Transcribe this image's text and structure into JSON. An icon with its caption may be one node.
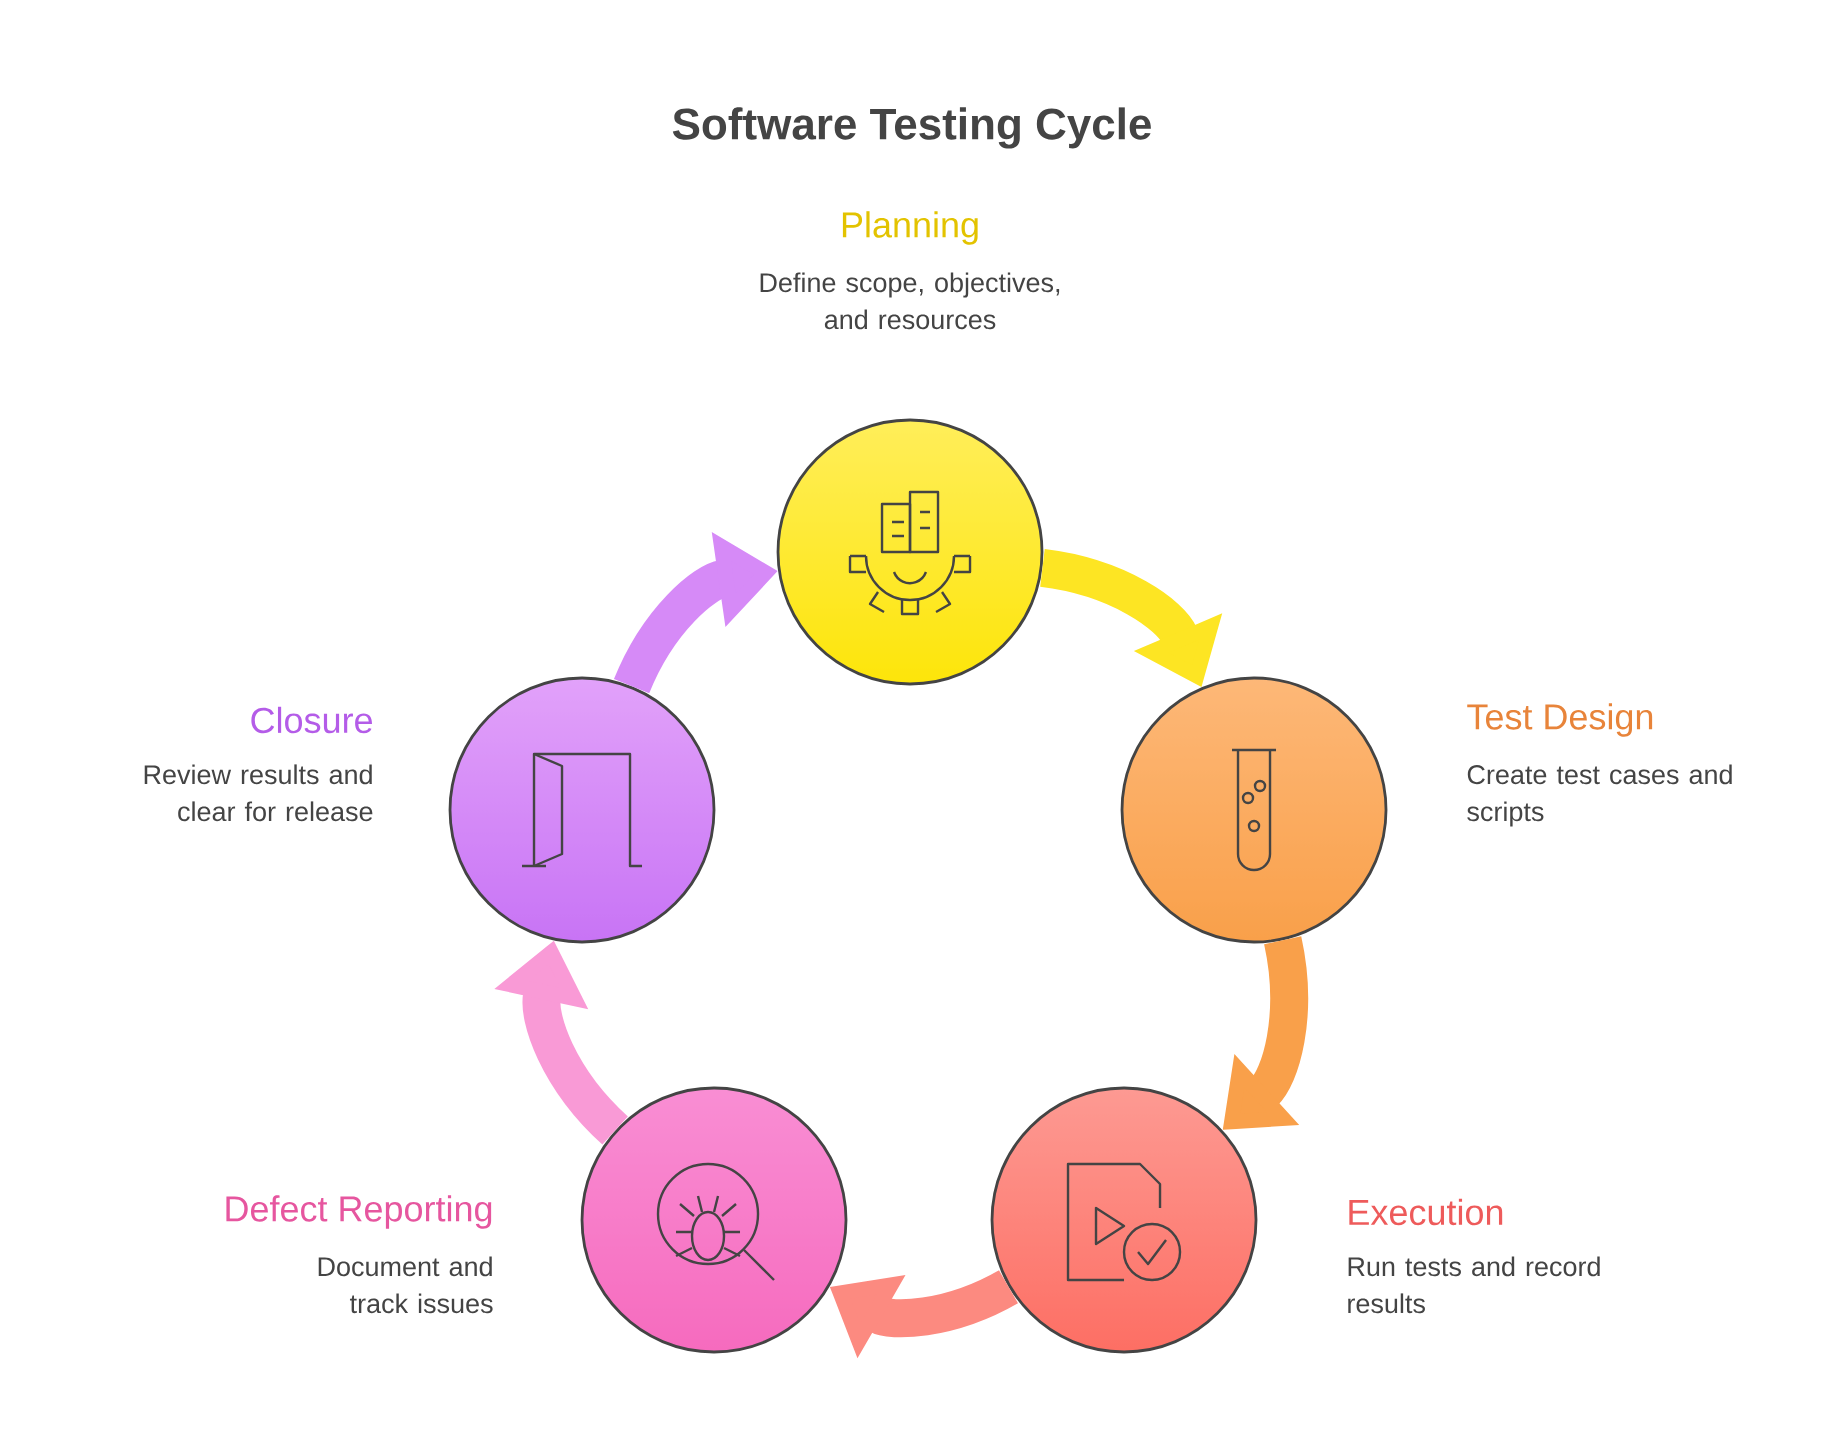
{
  "diagram": {
    "title": "Software Testing Cycle",
    "nodes": [
      {
        "text": [
          "Planning",
          "Define scope, objectives, and resources"
        ]
      },
      {
        "text": [
          "Test Design",
          "Create test cases and scripts"
        ]
      },
      {
        "text": [
          "Execution",
          "Run tests and record results"
        ]
      },
      {
        "text": [
          "Defect Reporting",
          "Document and track issues"
        ]
      },
      {
        "text": [
          "Closure",
          "Review results and clear for release"
        ]
      }
    ],
    "edges": [
      {
        "from": 0,
        "to": 1,
        "arrow": "to",
        "color": "#fde523"
      },
      {
        "from": 1,
        "to": 2,
        "arrow": "to",
        "color": "#f9a04a"
      },
      {
        "from": 2,
        "to": 3,
        "arrow": "to",
        "color": "#fc8a80"
      },
      {
        "from": 3,
        "to": 4,
        "arrow": "to",
        "color": "#f99ad6"
      },
      {
        "from": 4,
        "to": 0,
        "arrow": "to",
        "color": "#d68af7"
      }
    ]
  }
}
